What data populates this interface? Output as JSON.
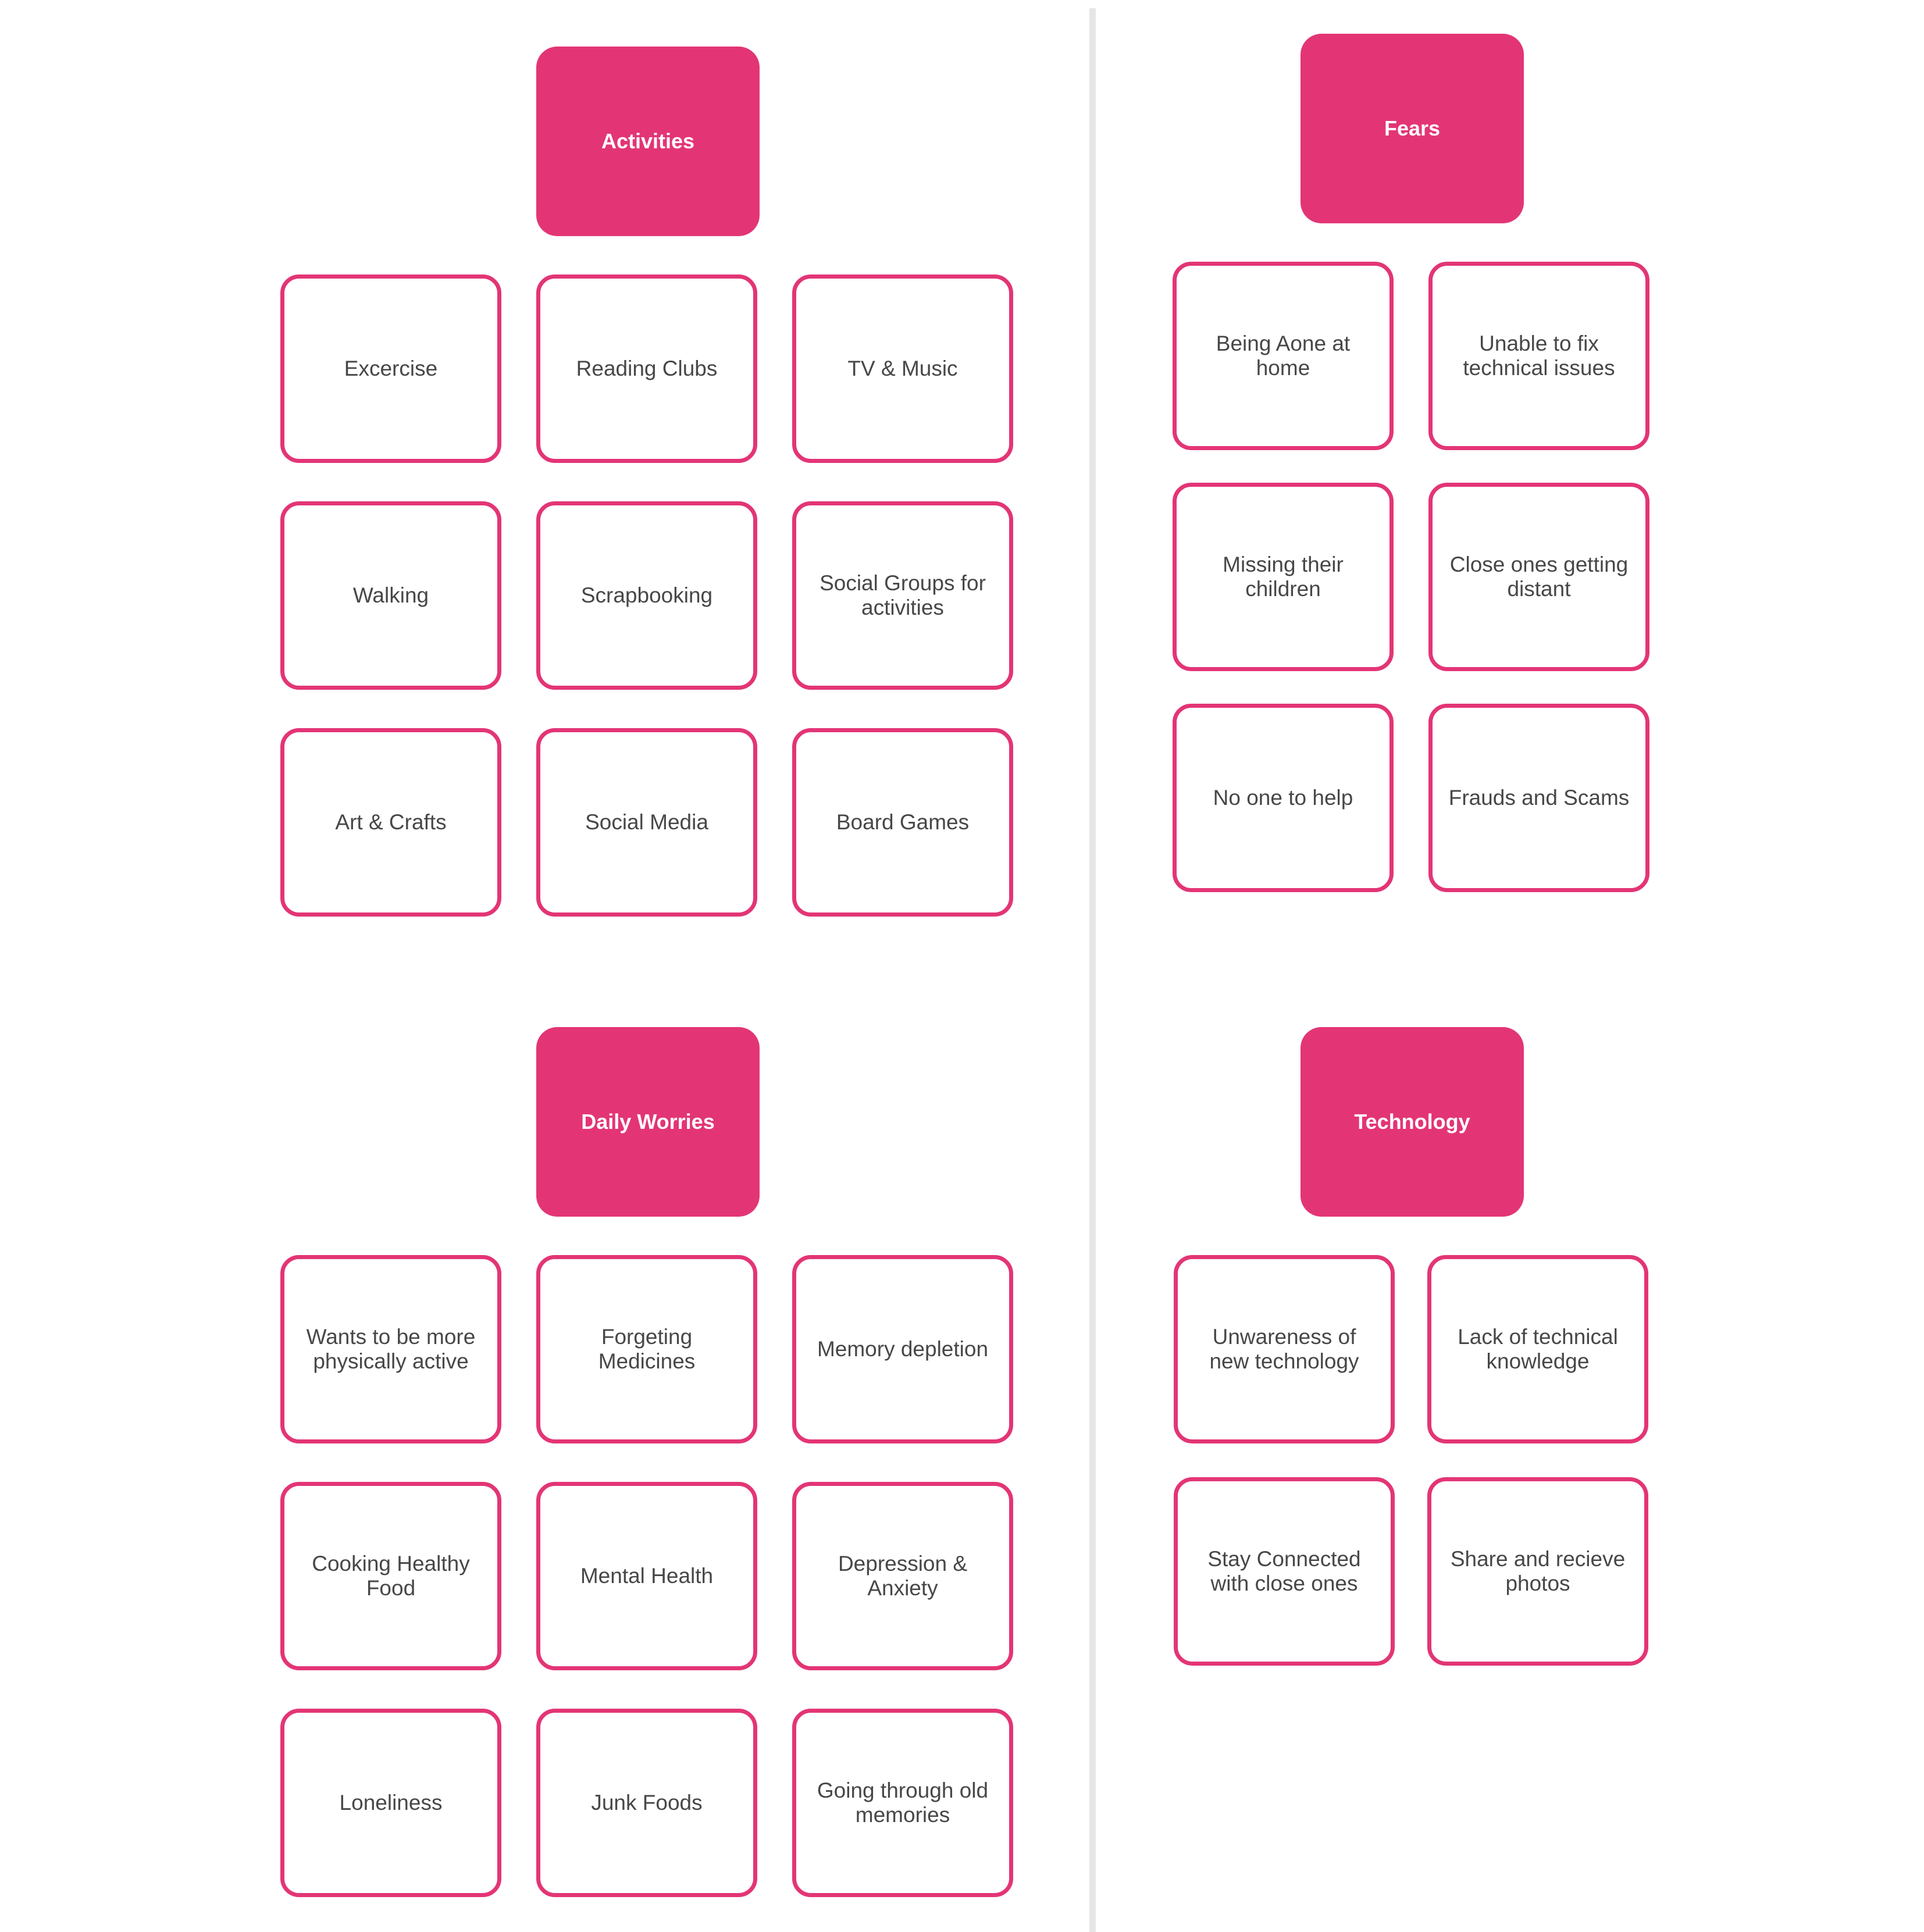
{
  "colors": {
    "accent": "#e33576",
    "card_text": "#474747",
    "header_text": "#ffffff",
    "divider": "#e6e6e6"
  },
  "groups": [
    {
      "title": "Activities",
      "items": [
        "Excercise",
        "Reading Clubs",
        "TV & Music",
        "Walking",
        "Scrapbooking",
        "Social Groups for activities",
        "Art & Crafts",
        "Social Media",
        "Board Games"
      ]
    },
    {
      "title": "Fears",
      "items": [
        "Being Aone at home",
        "Unable to fix technical issues",
        "Missing their children",
        "Close ones getting distant",
        "No one to help",
        "Frauds and Scams"
      ]
    },
    {
      "title": "Daily Worries",
      "items": [
        "Wants to be more physically active",
        "Forgeting Medicines",
        "Memory depletion",
        "Cooking Healthy Food",
        "Mental Health",
        "Depression & Anxiety",
        "Loneliness",
        "Junk Foods",
        "Going through old memories"
      ]
    },
    {
      "title": "Technology",
      "items": [
        "Unwareness of new technology",
        "Lack of technical knowledge",
        "Stay Connected with close ones",
        "Share and recieve photos"
      ]
    }
  ]
}
